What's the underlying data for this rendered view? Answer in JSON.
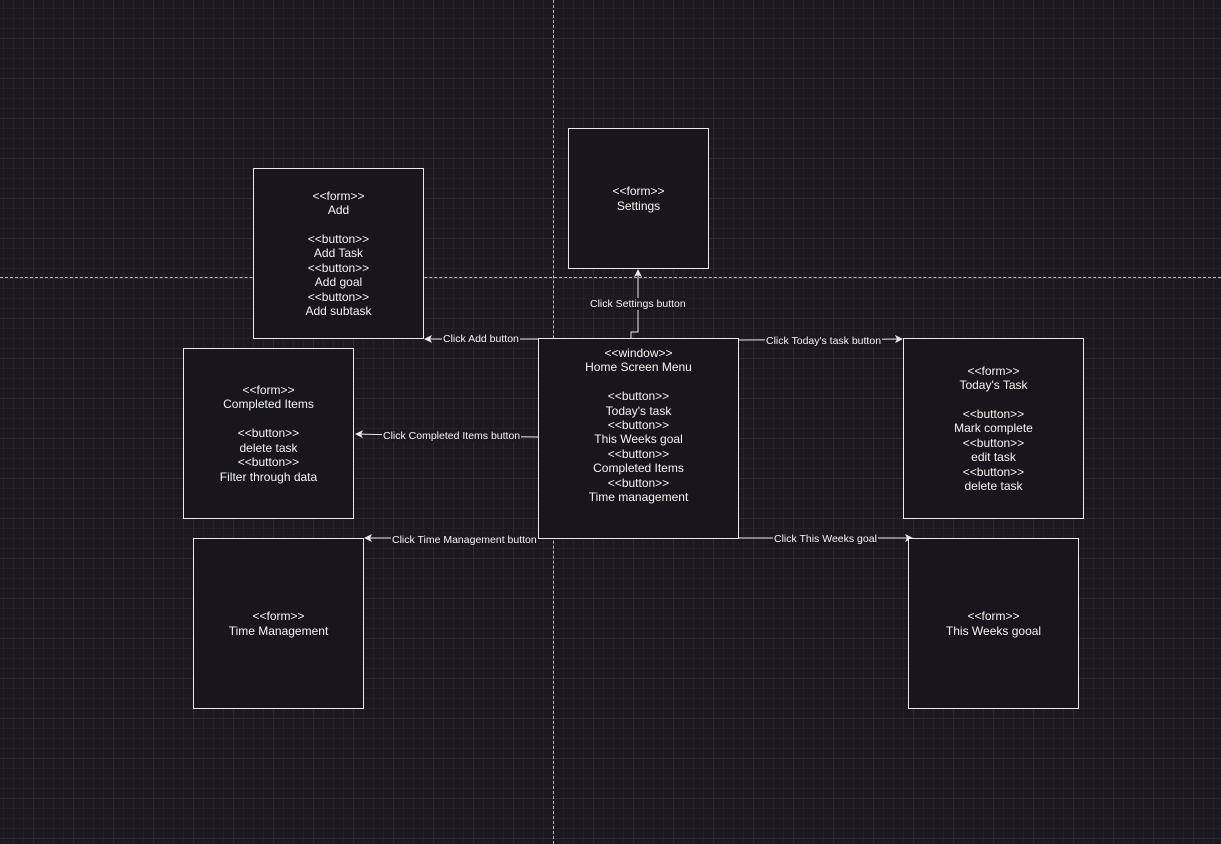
{
  "nodes": {
    "home": "<<window>>\nHome Screen Menu\n\n<<button>>\nToday's task\n<<button>>\nThis Weeks goal\n<<button>>\nCompleted Items\n<<button>>\nTime management",
    "settings": "<<form>>\nSettings",
    "add": "<<form>>\nAdd\n\n<<button>>\nAdd Task\n<<button>>\nAdd goal\n<<button>>\nAdd subtask",
    "completed": "<<form>>\nCompleted Items\n\n<<button>>\ndelete task\n<<button>>\nFilter through data",
    "todays_task": "<<form>>\nToday's Task\n\n<<button>>\nMark complete\n<<button>>\nedit task\n<<button>>\ndelete task",
    "time_management": "<<form>>\nTime Management",
    "weeks_goal": "<<form>>\nThis Weeks gooal"
  },
  "edges": {
    "settings": "Click Settings button",
    "add": "Click Add button",
    "todays_task": "Click Today's task button",
    "completed": "Click Completed Items button",
    "time_management": "Click Time Management button",
    "weeks_goal": "Click This Weeks goal"
  },
  "colors": {
    "background": "#1b191f",
    "node_fill": "#18161c",
    "stroke": "#e9e9e9",
    "text": "#f4f4f4"
  }
}
